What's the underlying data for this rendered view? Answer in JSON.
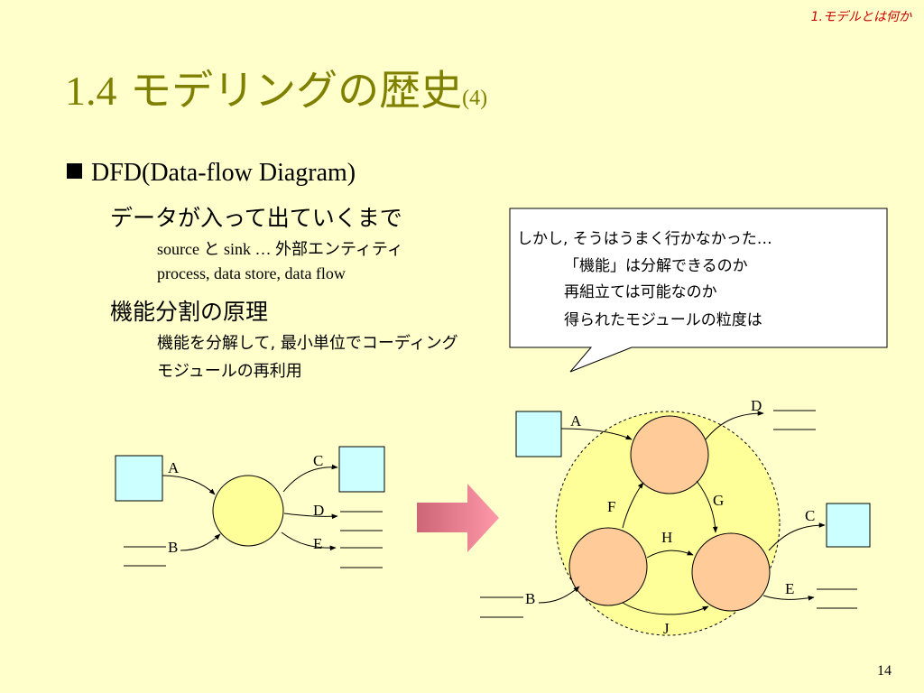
{
  "header": {
    "section_label": "1.モデルとは何か"
  },
  "title": {
    "number": "1.4",
    "text": "モデリングの歴史",
    "suffix": "(4)"
  },
  "bullets": {
    "main": "DFD(Data-flow Diagram)",
    "sub1": "データが入って出ていくまで",
    "sub1_line1": "source と sink … 外部エンティティ",
    "sub1_line2": "process, data store, data flow",
    "sub2": "機能分割の原理",
    "sub2_line1": "機能を分解して, 最小単位でコーディング",
    "sub2_line2": "モジュールの再利用"
  },
  "callout": {
    "line1": "しかし, そうはうまく行かなかった…",
    "line2": "「機能」は分解できるのか",
    "line3": "再組立ては可能なのか",
    "line4": "得られたモジュールの粒度は"
  },
  "left_diagram": {
    "labels": {
      "a": "A",
      "b": "B",
      "c": "C",
      "d": "D",
      "e": "E"
    }
  },
  "right_diagram": {
    "labels": {
      "a": "A",
      "b": "B",
      "c": "C",
      "d": "D",
      "e": "E",
      "f": "F",
      "g": "G",
      "h": "H",
      "j": "J"
    }
  },
  "colors": {
    "background": "#FFFFCC",
    "title": "#808000",
    "section_label": "#CC0000",
    "entity_fill": "#CCFFFF",
    "process_fill_left": "#FFFF99",
    "process_fill_right": "#FFCC99",
    "context_fill": "#FFFF99",
    "arrow_gradient": [
      "#CC6677",
      "#FF99AA"
    ]
  },
  "footer": {
    "page_number": "14"
  }
}
